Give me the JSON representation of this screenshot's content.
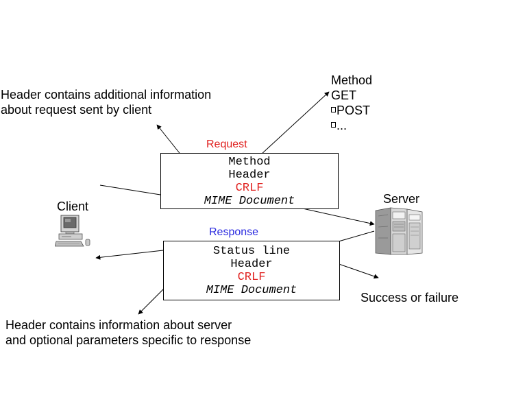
{
  "request_note": [
    "Header contains additional information",
    "about request sent by client"
  ],
  "method_list": {
    "title": "Method",
    "items": [
      "GET",
      "POST",
      "..."
    ]
  },
  "request": {
    "label": "Request",
    "label_color": "#e0211f",
    "lines": [
      "Method",
      "Header",
      "CRLF",
      "MIME Document"
    ]
  },
  "client": {
    "label": "Client",
    "icon": "desktop-computer-icon"
  },
  "server": {
    "label": "Server",
    "icon": "server-rack-icon"
  },
  "response": {
    "label": "Response",
    "label_color": "#2a2adf",
    "lines": [
      "Status line",
      "Header",
      "CRLF",
      "MIME Document"
    ]
  },
  "status_note": "Success or failure",
  "response_note": [
    "Header contains information about server",
    "and optional parameters specific to response"
  ]
}
